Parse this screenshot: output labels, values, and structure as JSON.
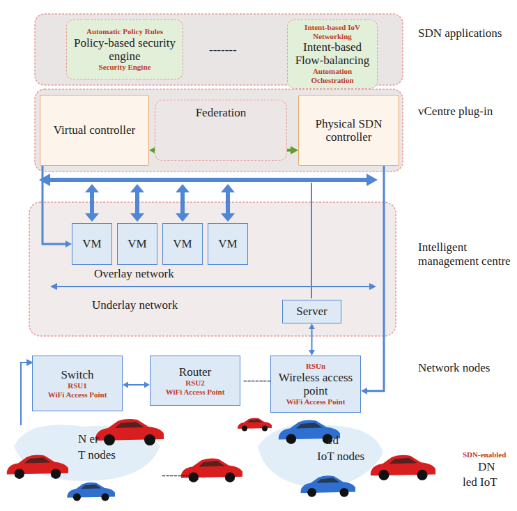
{
  "diagram": {
    "nodes": [
      {
        "text": [
          "Automatic Policy Rules",
          "Policy-based security engine",
          "Security Engine"
        ]
      },
      {
        "text": [
          "Intent-based IoV Networking",
          "Intent-based Flow-balancing",
          "Automation Ochestration"
        ]
      },
      {
        "text": [
          "Virtual controller"
        ]
      },
      {
        "text": [
          "Federation"
        ]
      },
      {
        "text": [
          "Physical SDN controller"
        ]
      },
      {
        "text": [
          "VM"
        ]
      },
      {
        "text": [
          "VM"
        ]
      },
      {
        "text": [
          "VM"
        ]
      },
      {
        "text": [
          "VM"
        ]
      },
      {
        "text": [
          "Server"
        ]
      },
      {
        "text": [
          "Switch",
          "RSU1",
          "WiFi Access Point"
        ]
      },
      {
        "text": [
          "Router",
          "RSU2",
          "WiFi Access Point"
        ]
      },
      {
        "text": [
          "RSUn",
          "Wireless access point",
          "WiFi Access Point"
        ]
      }
    ],
    "edges": [
      {
        "from": 2,
        "to": 4,
        "arrow": "both"
      },
      {
        "from": 2,
        "to": 5,
        "arrow": "to"
      },
      {
        "from": 4,
        "to": 12,
        "arrow": "to"
      },
      {
        "from": 9,
        "to": 12,
        "arrow": "both"
      },
      {
        "from": 10,
        "to": 11,
        "arrow": "both"
      }
    ],
    "labels": [
      "SDN applications",
      "vCentre plug-in",
      "Intelligent management centre",
      "Network nodes",
      "-------",
      "Overlay network",
      "Underlay network",
      "-------",
      "N er",
      "T nodes",
      "ed",
      "IoT nodes",
      "DN",
      "led IoT",
      "SDN-enabled",
      "-------"
    ]
  }
}
